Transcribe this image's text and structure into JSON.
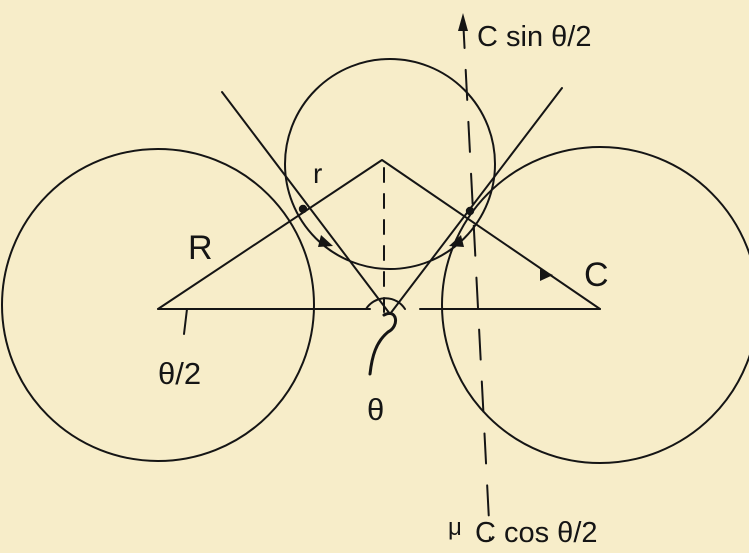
{
  "labels": {
    "force_up": "C sin θ/2",
    "force_down_mu": "μ",
    "force_down": "C cos θ/2",
    "small_radius": "r",
    "large_radius": "R",
    "contact_force": "C",
    "half_angle": "θ/2",
    "angle": "θ"
  },
  "colors": {
    "background": "#f7edc9",
    "ink": "#151515"
  }
}
